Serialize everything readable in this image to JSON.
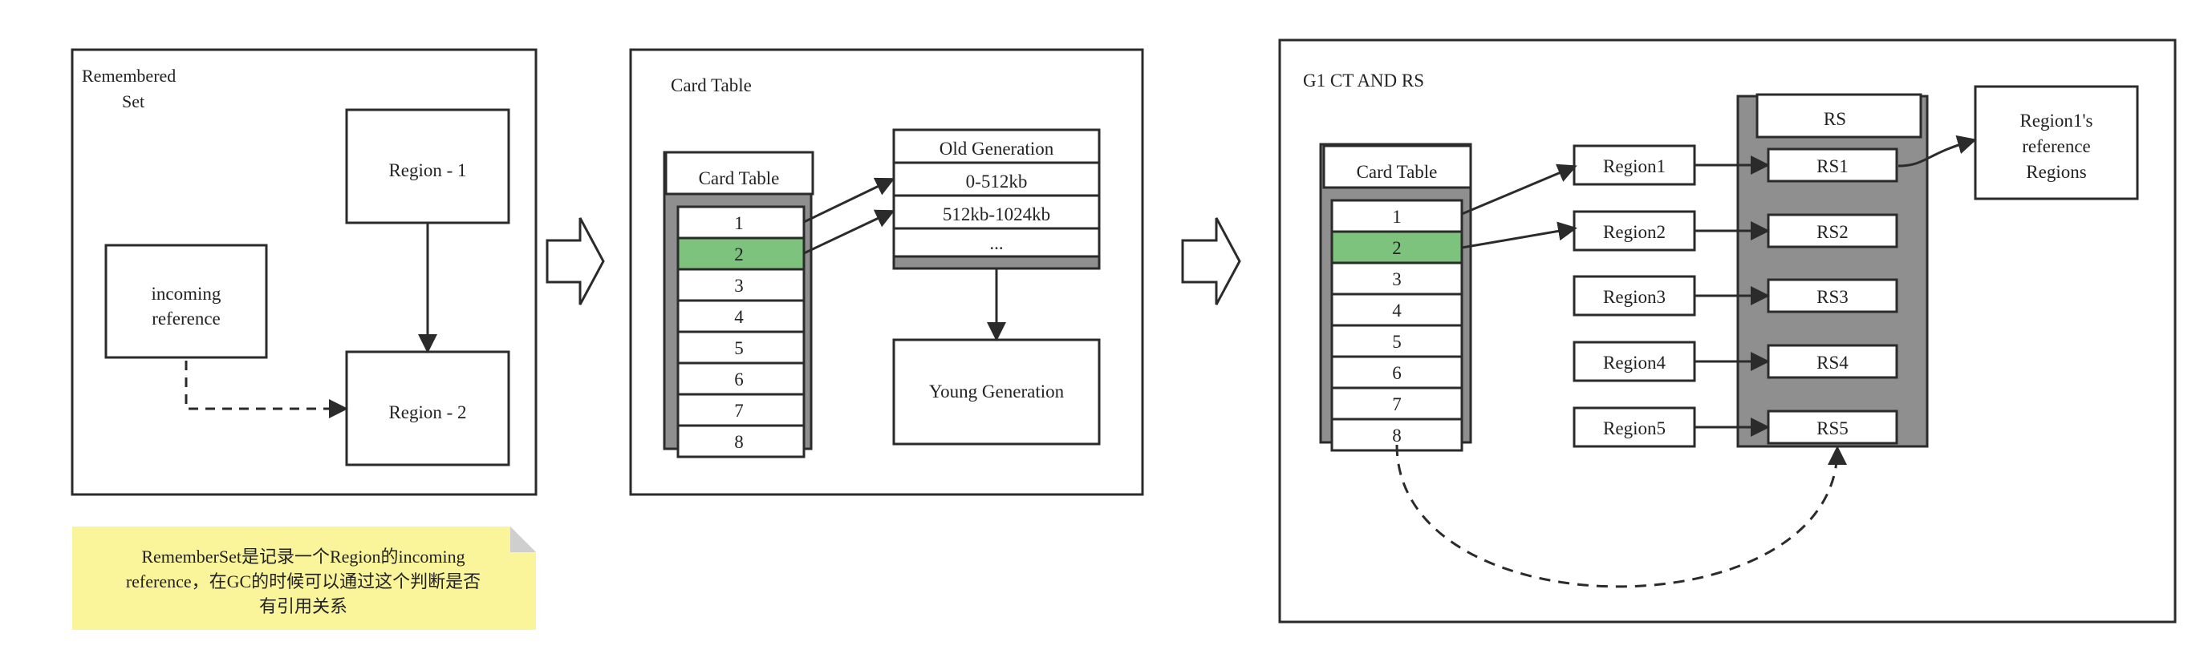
{
  "panel1": {
    "title_line1": "Remembered",
    "title_line2": "Set",
    "region1": "Region - 1",
    "region2": "Region - 2",
    "incoming_line1": "incoming",
    "incoming_line2": "reference"
  },
  "note": {
    "line1": "RememberSet是记录一个Region的incoming",
    "line2": "reference，在GC的时候可以通过这个判断是否",
    "line3": "有引用关系"
  },
  "panel2": {
    "title": "Card Table",
    "card_table_label": "Card Table",
    "cards": [
      "1",
      "2",
      "3",
      "4",
      "5",
      "6",
      "7",
      "8"
    ],
    "old_gen_title": "Old Generation",
    "old_gen_rows": [
      "0-512kb",
      "512kb-1024kb",
      "..."
    ],
    "young_gen": "Young Generation"
  },
  "panel3": {
    "title": "G1 CT AND RS",
    "card_table_label": "Card Table",
    "cards": [
      "1",
      "2",
      "3",
      "4",
      "5",
      "6",
      "7",
      "8"
    ],
    "regions": [
      "Region1",
      "Region2",
      "Region3",
      "Region4",
      "Region5"
    ],
    "rs_header": "RS",
    "rs_items": [
      "RS1",
      "RS2",
      "RS3",
      "RS4",
      "RS5"
    ],
    "ref_line1": "Region1's",
    "ref_line2": "reference",
    "ref_line3": "Regions"
  },
  "colors": {
    "highlight": "#7dc37e",
    "container_gray": "#8f8f8f",
    "note_bg": "#faf49a",
    "note_fold": "#cfcfcf",
    "stroke": "#2b2b2b"
  }
}
